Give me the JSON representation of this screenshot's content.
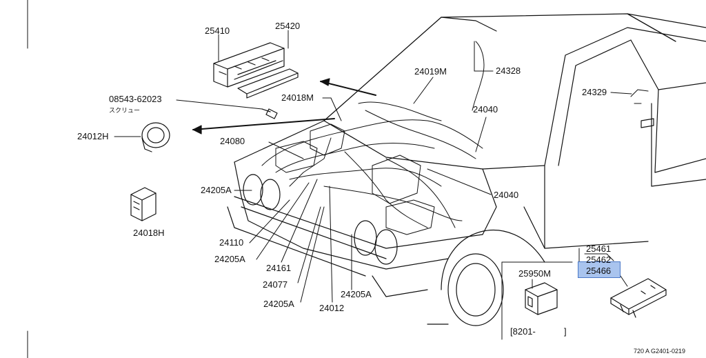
{
  "labels": {
    "p25410": "25410",
    "p25420": "25420",
    "p08543": "08543-62023",
    "screw": "スクリュー",
    "p24012H": "24012H",
    "p24018M": "24018M",
    "p24019M": "24019M",
    "p24328": "24328",
    "p24080": "24080",
    "p24040a": "24040",
    "p24040b": "24040",
    "p24329": "24329",
    "p24205A_a": "24205A",
    "p24018H": "24018H",
    "p24110": "24110",
    "p24205A_b": "24205A",
    "p24161": "24161",
    "p24077": "24077",
    "p24205A_c": "24205A",
    "p24012": "24012",
    "p24205A_d": "24205A",
    "p25461": "25461",
    "p25462": "25462",
    "p25466": "25466",
    "p25950M": "25950M",
    "range_start": "[8201-",
    "range_end": "]",
    "footer": "720 A G2401-0219"
  },
  "highlight": {
    "part": "25466",
    "color": "#a9c4ee"
  }
}
